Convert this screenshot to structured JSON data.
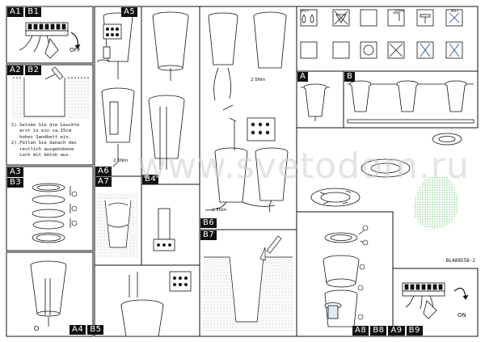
{
  "panels": {
    "a1b1": {
      "tags": [
        "A1",
        "B1"
      ],
      "switch_label": "OFF"
    },
    "a2b2": {
      "tags": [
        "A2",
        "B2"
      ],
      "instructions": "1).Setzen Sie die Leuchte\n   erst in ein ca.15cm\n   hohes Sandbett ein.\n2).Füllen Sie danach das\n   restlich ausgehobene\n   Loch mit beton aus."
    },
    "a3b3": {
      "tags": [
        "A3",
        "B3"
      ]
    },
    "a4b5": {
      "tags": [
        "A4",
        "B5"
      ]
    },
    "a5": {
      "tags": [
        "A5"
      ],
      "dim_label": "2.5Nm"
    },
    "a6": {
      "tags": [
        "A6"
      ]
    },
    "a7b4": {
      "tags": [
        "A7",
        "B4"
      ]
    },
    "b6": {
      "tags": [
        "B6"
      ],
      "dim_top": "2.5Nm",
      "dim_bottom": "2.5Nm"
    },
    "b7": {
      "tags": [
        "B7"
      ]
    },
    "a": {
      "tags": [
        "A"
      ]
    },
    "b": {
      "tags": [
        "B"
      ]
    },
    "a8": {
      "tags": [
        "A8",
        "B8",
        "A9",
        "B9"
      ],
      "switch_label": "ON"
    }
  },
  "symbols": [
    "IPX7",
    "drops",
    "F",
    "class-III",
    "25cm",
    "T",
    "IK07",
    "cross"
  ],
  "doc_code": "BLA88558-2",
  "watermark": "www.svetodom.ru",
  "colors": {
    "ink": "#111111",
    "grass": "#8fd68f",
    "hatch": "#bdbdbd"
  }
}
